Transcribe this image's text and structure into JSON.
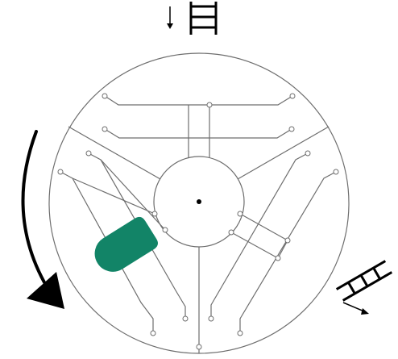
{
  "diagram": {
    "colors": {
      "background": "#ffffff",
      "line": "#6e6e6e",
      "node_fill": "#ffffff",
      "black": "#000000",
      "part": "#128467"
    },
    "rotation": {
      "direction": "counterclockwise",
      "arrow_color": "#000000"
    },
    "ladders": [
      {
        "name": "top",
        "orientation": "vertical",
        "rungs": 3,
        "flow_arrow": "down"
      },
      {
        "name": "lower-right",
        "orientation": "angled",
        "rungs": 3,
        "flow_arrow": "down-right"
      }
    ],
    "sectors": 3,
    "part": {
      "shape": "capsule",
      "color": "#128467"
    }
  }
}
